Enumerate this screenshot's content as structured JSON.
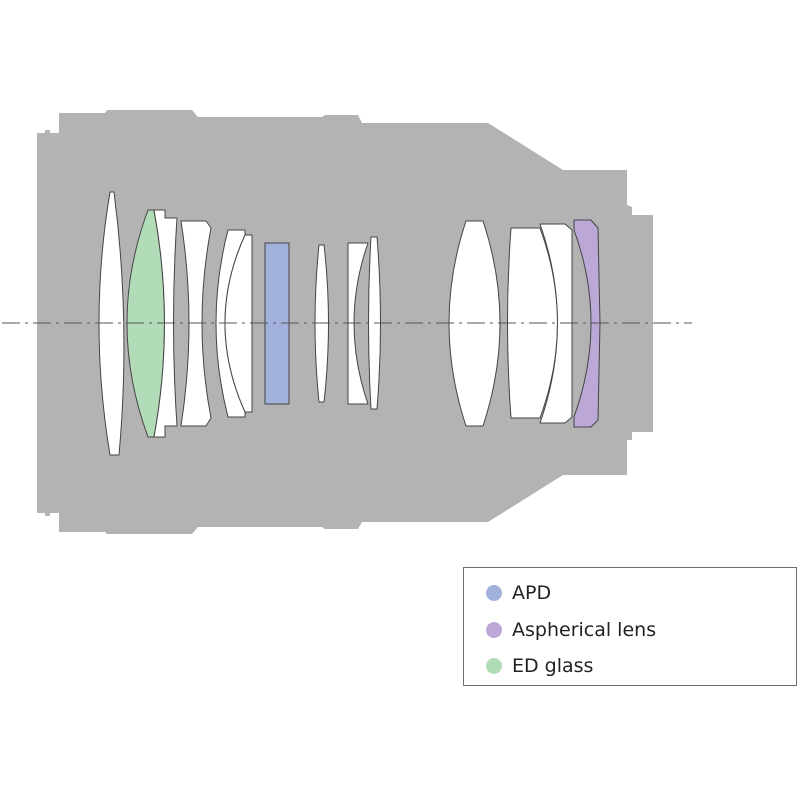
{
  "colors": {
    "barrel": "#b3b3b3",
    "lens_element": "#ffffff",
    "outline": "#444444",
    "apd": "#a3b2dd",
    "aspherical": "#bba8d6",
    "ed_glass": "#b2dcb8"
  },
  "legend": {
    "items": [
      {
        "label": "APD",
        "color": "#a3b2dd"
      },
      {
        "label": "Aspherical lens",
        "color": "#bba8d6"
      },
      {
        "label": "ED glass",
        "color": "#b2dcb8"
      }
    ]
  }
}
